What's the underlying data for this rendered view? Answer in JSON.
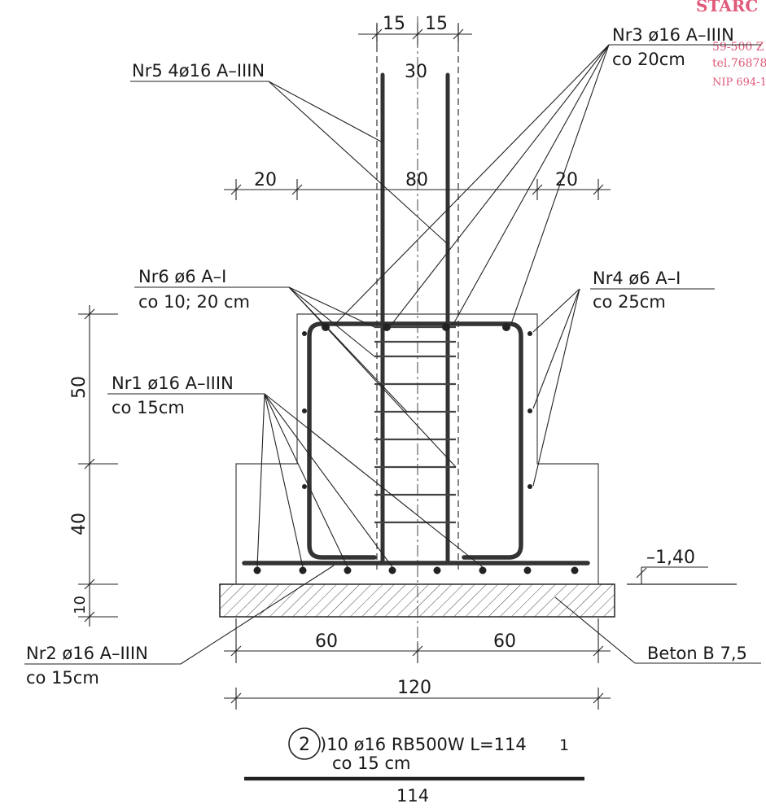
{
  "labels": {
    "nr5": "Nr5  4ø16  A–IIIN",
    "nr3_a": "Nr3  ø16  A–IIIN",
    "nr3_b": "co  20cm",
    "nr6_a": "Nr6  ø6  A–I",
    "nr6_b": "co  10; 20  cm",
    "nr4_a": "Nr4  ø6  A–I",
    "nr4_b": "co  25cm",
    "nr1_a": "Nr1  ø16  A–IIIN",
    "nr1_b": "co  15cm",
    "nr2_a": "Nr2  ø16  A–IIIN",
    "nr2_b": "co  15cm",
    "beton": "Beton  B  7,5",
    "level": "–1,40"
  },
  "dims": {
    "col_left": "15",
    "col_right": "15",
    "col_width": "30",
    "left_offset": "20",
    "pedestal": "80",
    "right_offset": "20",
    "h_upper": "50",
    "h_lower": "40",
    "h_lean": "10",
    "half_left": "60",
    "half_right": "60",
    "total": "120"
  },
  "schedule": {
    "mark": "2",
    "line1": ")10  ø16  RB500W  L=114",
    "count_suffix": "1",
    "line2": "co  15  cm",
    "length": "114"
  },
  "stamp": {
    "line1": "STARC",
    "line2": "59-500 Z",
    "line3": "tel.76878",
    "line4": "NIP 694-1"
  }
}
